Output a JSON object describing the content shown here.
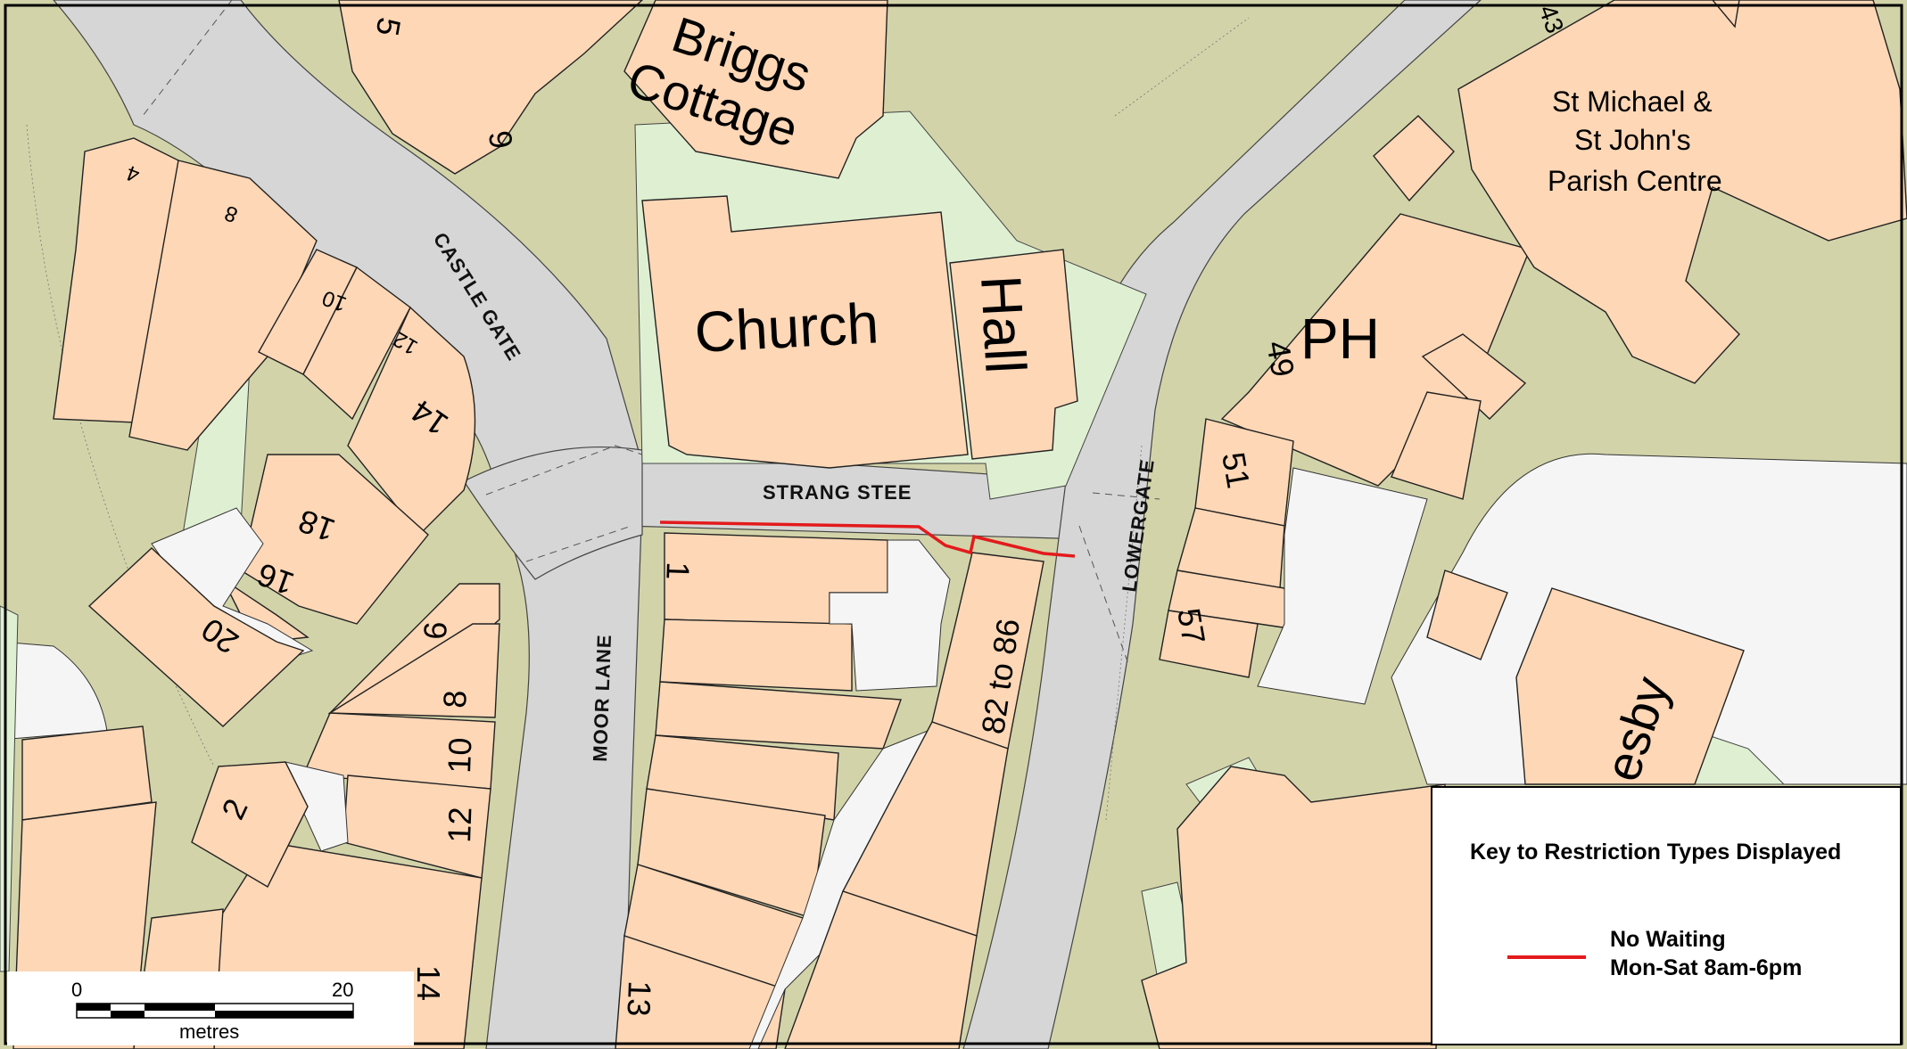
{
  "map": {
    "restriction_color": "#e31a1c",
    "land_color": "#d2d3a9",
    "building_color": "#fdd7b6",
    "road_color": "#d6d6d6",
    "green_color": "#dff0d2"
  },
  "roads": {
    "castle_gate": "CASTLE GATE",
    "strang_stee": "STRANG STEE",
    "moor_lane": "MOOR LANE",
    "lowergate": "LOWERGATE"
  },
  "buildings": {
    "briggs": "Briggs",
    "cottage": "Cottage",
    "church": "Church",
    "hall": "Hall",
    "ph": "PH",
    "parish_line1": "St Michael &",
    "parish_line2": "St John's",
    "parish_line3": "Parish Centre",
    "partial_name": "esby"
  },
  "house_numbers": {
    "n4": "4",
    "n8a": "8",
    "n10a": "10",
    "n12a": "12",
    "n14a": "14",
    "n16": "16",
    "n18": "18",
    "n20": "20",
    "n6a": "6",
    "n6b": "6",
    "n8b": "8",
    "n10b": "10",
    "n12b": "12",
    "n14b": "14",
    "n2": "2",
    "n1": "1",
    "n13": "13",
    "n82to86": "82  to  86",
    "n49": "49",
    "n51": "51",
    "n57": "57",
    "n5": "5",
    "n43": "43"
  },
  "legend": {
    "title": "Key to Restriction Types Displayed",
    "items": [
      {
        "line1": "No Waiting",
        "line2": "Mon-Sat 8am-6pm",
        "color": "#e31a1c"
      }
    ]
  },
  "scale": {
    "start": "0",
    "end": "20",
    "unit": "metres"
  }
}
